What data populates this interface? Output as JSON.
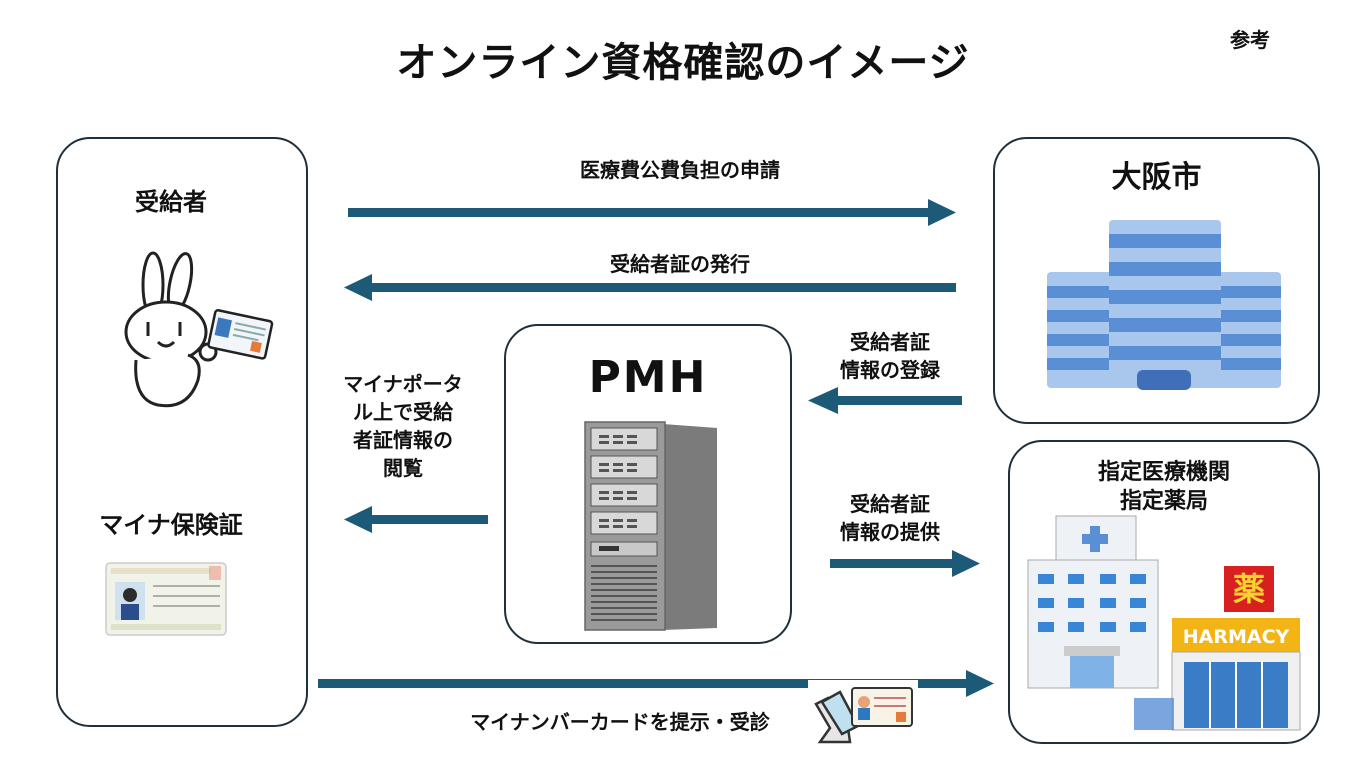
{
  "title": "オンライン資格確認のイメージ",
  "reference": "参考",
  "nodes": {
    "recipient": {
      "label": "受給者",
      "mynaLabel": "マイナ保険証"
    },
    "city": {
      "label": "大阪市"
    },
    "pmh": {
      "label": "PMH"
    },
    "medical": {
      "line1": "指定医療機関",
      "line2": "指定薬局",
      "sign_kanji": "薬",
      "sign_text": "HARMACY"
    }
  },
  "edges": {
    "application": "医療費公費負担の申請",
    "issue": "受給者証の発行",
    "register_l1": "受給者証",
    "register_l2": "情報の登録",
    "portal_l1": "マイナポータ",
    "portal_l2": "ル上で受給",
    "portal_l3": "者証情報の",
    "portal_l4": "閲覧",
    "provide_l1": "受給者証",
    "provide_l2": "情報の提供",
    "present": "マイナンバーカードを提示・受診"
  },
  "colors": {
    "arrow": "#1d5a78",
    "border": "#1f2f3c",
    "building": "#5a8fd6"
  }
}
